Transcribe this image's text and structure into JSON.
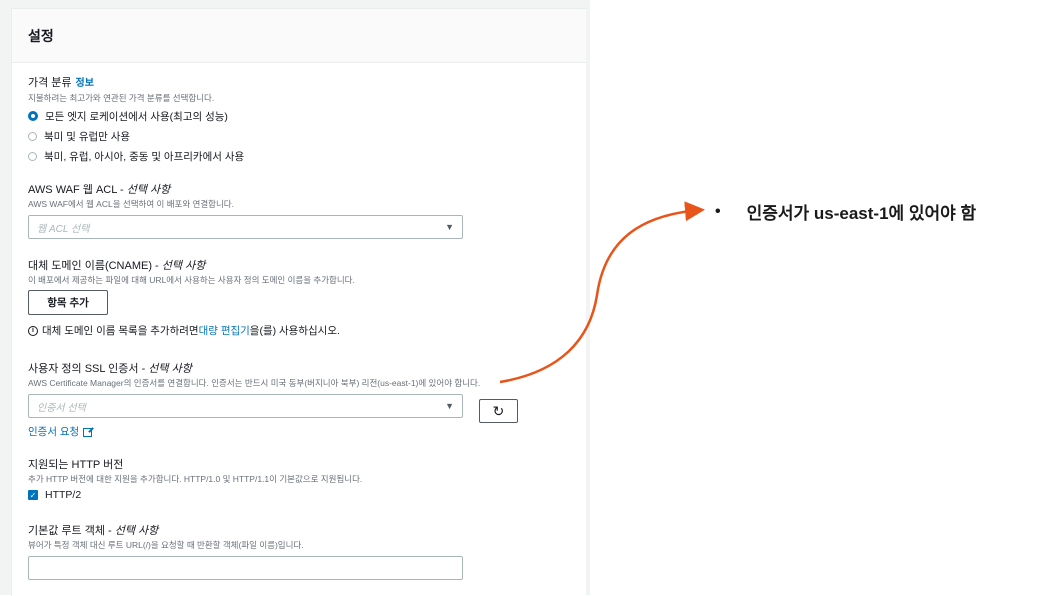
{
  "panel": {
    "title": "설정"
  },
  "price_class": {
    "label": "가격 분류",
    "info_link": "정보",
    "description": "지불하려는 최고가와 연관된 가격 분류를 선택합니다.",
    "options": [
      {
        "label": "모든 엣지 로케이션에서 사용(최고의 성능)",
        "selected": true
      },
      {
        "label": "북미 및 유럽만 사용",
        "selected": false
      },
      {
        "label": "북미, 유럽, 아시아, 중동 및 아프리카에서 사용",
        "selected": false
      }
    ]
  },
  "waf": {
    "label": "AWS WAF 웹 ACL - ",
    "optional": "선택 사항",
    "description": "AWS WAF에서 웹 ACL을 선택하여 이 배포와 연결합니다.",
    "placeholder": "웹 ACL 선택"
  },
  "cname": {
    "label": "대체 도메인 이름(CNAME) - ",
    "optional": "선택 사항",
    "description": "이 배포에서 제공하는 파일에 대해 URL에서 사용하는 사용자 정의 도메인 이름을 추가합니다.",
    "add_button": "항목 추가",
    "info_prefix": "대체 도메인 이름 목록을 추가하려면 ",
    "info_link": "대량 편집기",
    "info_suffix": "을(를) 사용하십시오."
  },
  "ssl": {
    "label": "사용자 정의 SSL 인증서 - ",
    "optional": "선택 사항",
    "description": "AWS Certificate Manager의 인증서를 연결합니다. 인증서는 반드시 미국 동부(버지니아 북부) 리전(us-east-1)에 있어야 합니다.",
    "placeholder": "인증서 선택",
    "request_link": "인증서 요청"
  },
  "http": {
    "label": "지원되는 HTTP 버전",
    "description": "추가 HTTP 버전에 대한 지원을 추가합니다. HTTP/1.0 및 HTTP/1.1이 기본값으로 지원됩니다.",
    "option": "HTTP/2",
    "checked": true
  },
  "root_object": {
    "label": "기본값 루트 객체 - ",
    "optional": "선택 사항",
    "description": "뷰어가 특정 객체 대신 루트 URL(/)을 요청할 때 반환할 객체(파일 이름)입니다.",
    "value": ""
  },
  "annotation": {
    "text": "인증서가 us-east-1에 있어야 함",
    "arrow_color": "#e8541a"
  },
  "colors": {
    "accent": "#0073bb",
    "annotation_arrow": "#e8541a"
  }
}
